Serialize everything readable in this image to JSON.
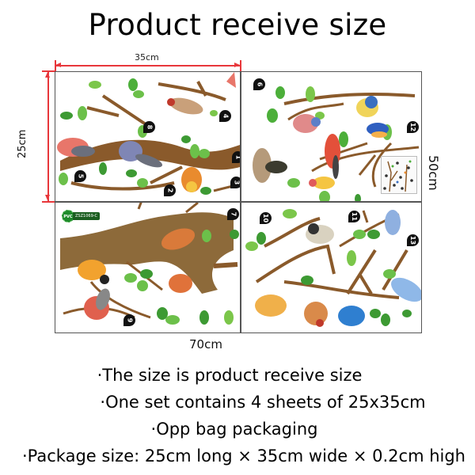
{
  "title": "Product receive size",
  "dimensions": {
    "sheet_width": "35cm",
    "sheet_height": "25cm",
    "total_width": "70cm",
    "total_height": "50cm"
  },
  "sheets": [
    {
      "id": "top-left",
      "markers": [
        "1",
        "2",
        "3",
        "4",
        "5",
        "8"
      ]
    },
    {
      "id": "top-right",
      "markers": [
        "6",
        "12"
      ],
      "has_preview_thumbnail": true
    },
    {
      "id": "bottom-left",
      "markers": [
        "7",
        "9"
      ],
      "badge": {
        "material": "PVC",
        "code": "ZSZ1069-C"
      }
    },
    {
      "id": "bottom-right",
      "markers": [
        "10",
        "11",
        "13"
      ]
    }
  ],
  "info_lines": [
    "·The size is product receive size",
    "·One set contains 4 sheets of 25x35cm",
    "·Opp bag packaging",
    "·Package size: 25cm long × 35cm wide × 0.2cm high"
  ],
  "colors": {
    "dimension_line": "#e8373b",
    "frame": "#555555",
    "branch": "#8a5a2b",
    "leaf": "#4caf3a",
    "badge_green": "#1e8a2a"
  }
}
